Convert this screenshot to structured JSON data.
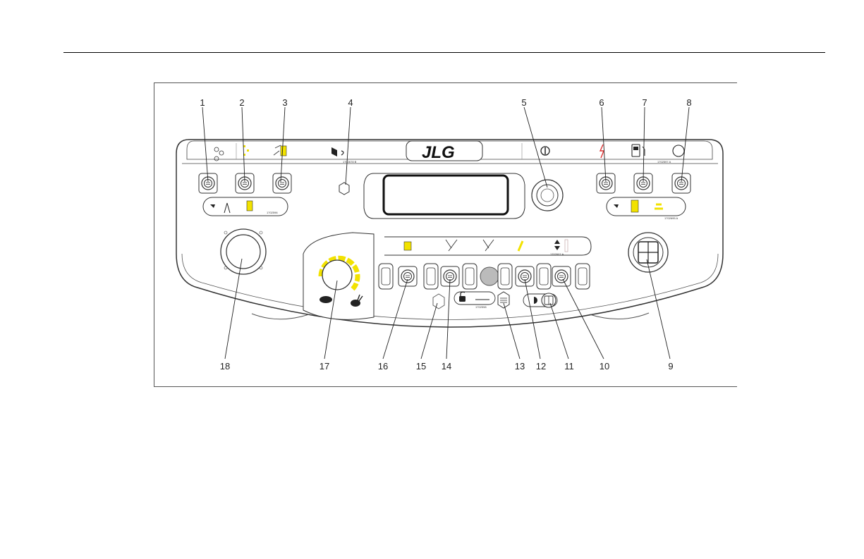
{
  "brand": "JLG",
  "callouts": [
    "1",
    "2",
    "3",
    "4",
    "5",
    "6",
    "7",
    "8",
    "9",
    "10",
    "11",
    "12",
    "13",
    "14",
    "15",
    "16",
    "17",
    "18"
  ],
  "decal_codes": {
    "left_strip": "1702596",
    "right_strip": "1702695 A",
    "function_strip": "1702607 A",
    "horn_decal": "1702678 B",
    "top_right_decal": "1702597 A",
    "lock_decal": "1702598"
  },
  "colors": {
    "accent": "#f2e200",
    "line": "#333333",
    "background": "#ffffff"
  },
  "icons": [
    "horn-icon",
    "key-icon",
    "fuel-icon",
    "turtle-icon",
    "rabbit-icon",
    "lock-icon",
    "steer-icon",
    "arrow-up-icon",
    "arrow-down-icon"
  ]
}
